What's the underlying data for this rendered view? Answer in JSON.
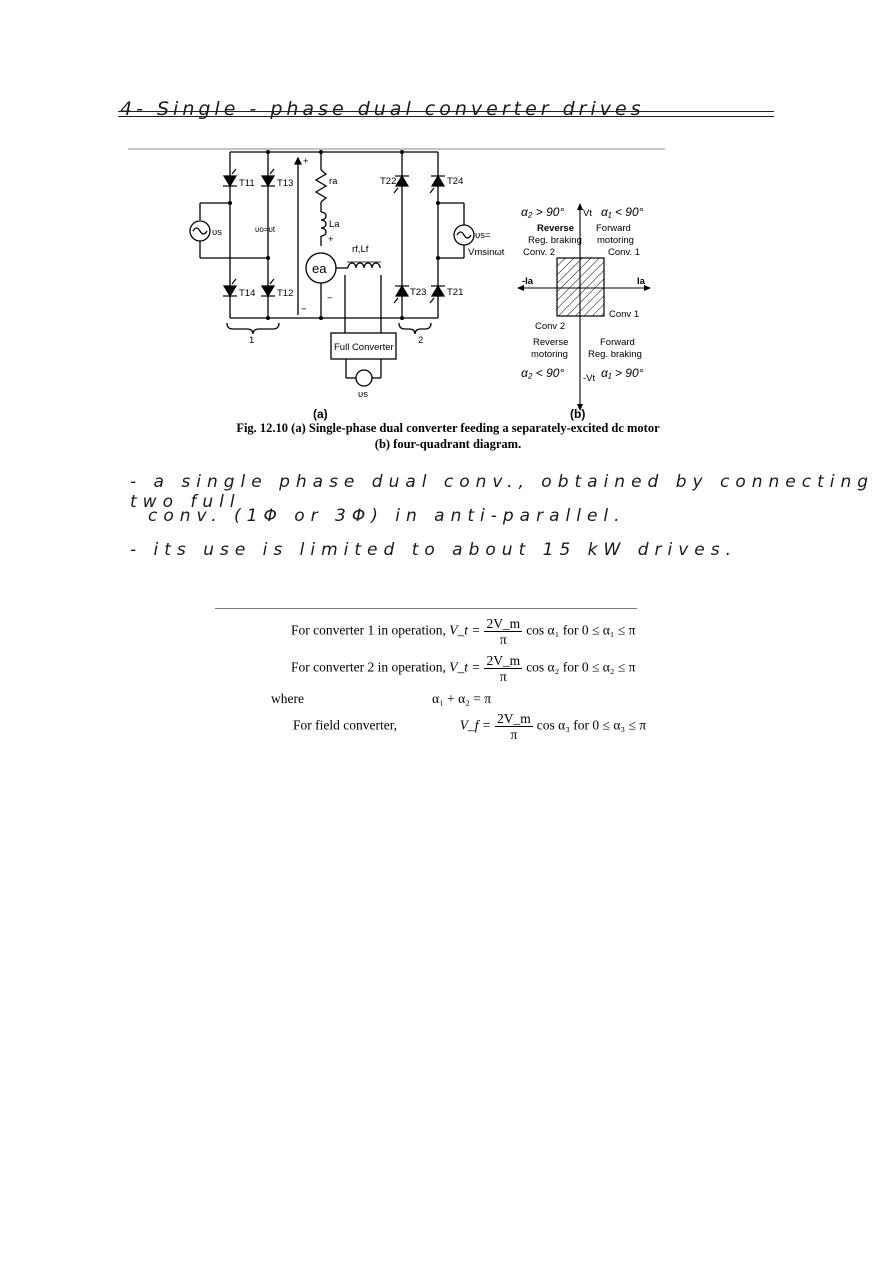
{
  "heading": "4- Single - phase dual converter drives",
  "figure": {
    "thyristors": {
      "t11": "T11",
      "t13": "T13",
      "t14": "T14",
      "t12": "T12",
      "t22": "T22",
      "t24": "T24",
      "t23": "T23",
      "t21": "T21"
    },
    "labels": {
      "vs_left": "υs",
      "vo": "υo=υt",
      "ra": "ra",
      "la": "La",
      "ea": "ea",
      "field": "rf,Lf",
      "vs_right": "υs=",
      "vm_sin": "Vmsinωt",
      "full_converter": "Full Converter",
      "vs_bottom": "υs",
      "group1": "1",
      "group2": "2",
      "plus": "+",
      "minus": "−"
    },
    "quadrant": {
      "vt_pos": "Vt",
      "vt_neg": "-Vt",
      "ia_pos": "Ia",
      "ia_neg": "-Ia",
      "alpha2_top": "α₂ > 90°",
      "alpha1_top": "α₁ < 90°",
      "q2_title": "Reverse",
      "q2_sub": "Reg. braking",
      "q2_conv": "Conv. 2",
      "q1_title": "Forward",
      "q1_sub": "motoring",
      "q1_conv": "Conv. 1",
      "q4_conv": "Conv 1",
      "q3_conv": "Conv 2",
      "q3_title": "Reverse",
      "q3_sub": "motoring",
      "q4_title": "Forward",
      "q4_sub": "Reg. braking",
      "alpha2_bot": "α₂ < 90°",
      "alpha1_bot": "α₁ > 90°"
    },
    "sub_a": "(a)",
    "sub_b": "(b)",
    "caption_line1": "Fig. 12.10 (a) Single-phase dual converter feeding a separately-excited dc motor",
    "caption_line2": "(b) four-quadrant diagram."
  },
  "notes": [
    "- a single phase dual conv., obtained by connecting two full",
    "conv. (1Φ or 3Φ) in anti-parallel.",
    "- its use is limited to about 15 kW drives."
  ],
  "equations": {
    "eq1_prefix": "For converter 1 in operation,",
    "eq1_lhs": "V_t =",
    "eq1_num": "2V_m",
    "eq1_den": "π",
    "eq1_rest": "cos α₁ for 0 ≤ α₁ ≤ π",
    "eq2_prefix": "For converter 2 in operation,",
    "eq2_lhs": "V_t =",
    "eq2_num": "2V_m",
    "eq2_den": "π",
    "eq2_rest": "cos α₂  for 0 ≤ α₂ ≤ π",
    "where": "where",
    "eq3": "α₁ + α₂ = π",
    "eq4_prefix": "For field converter,",
    "eq4_lhs": "V_f =",
    "eq4_num": "2V_m",
    "eq4_den": "π",
    "eq4_rest": "cos α₃  for 0 ≤ α₃ ≤ π"
  }
}
